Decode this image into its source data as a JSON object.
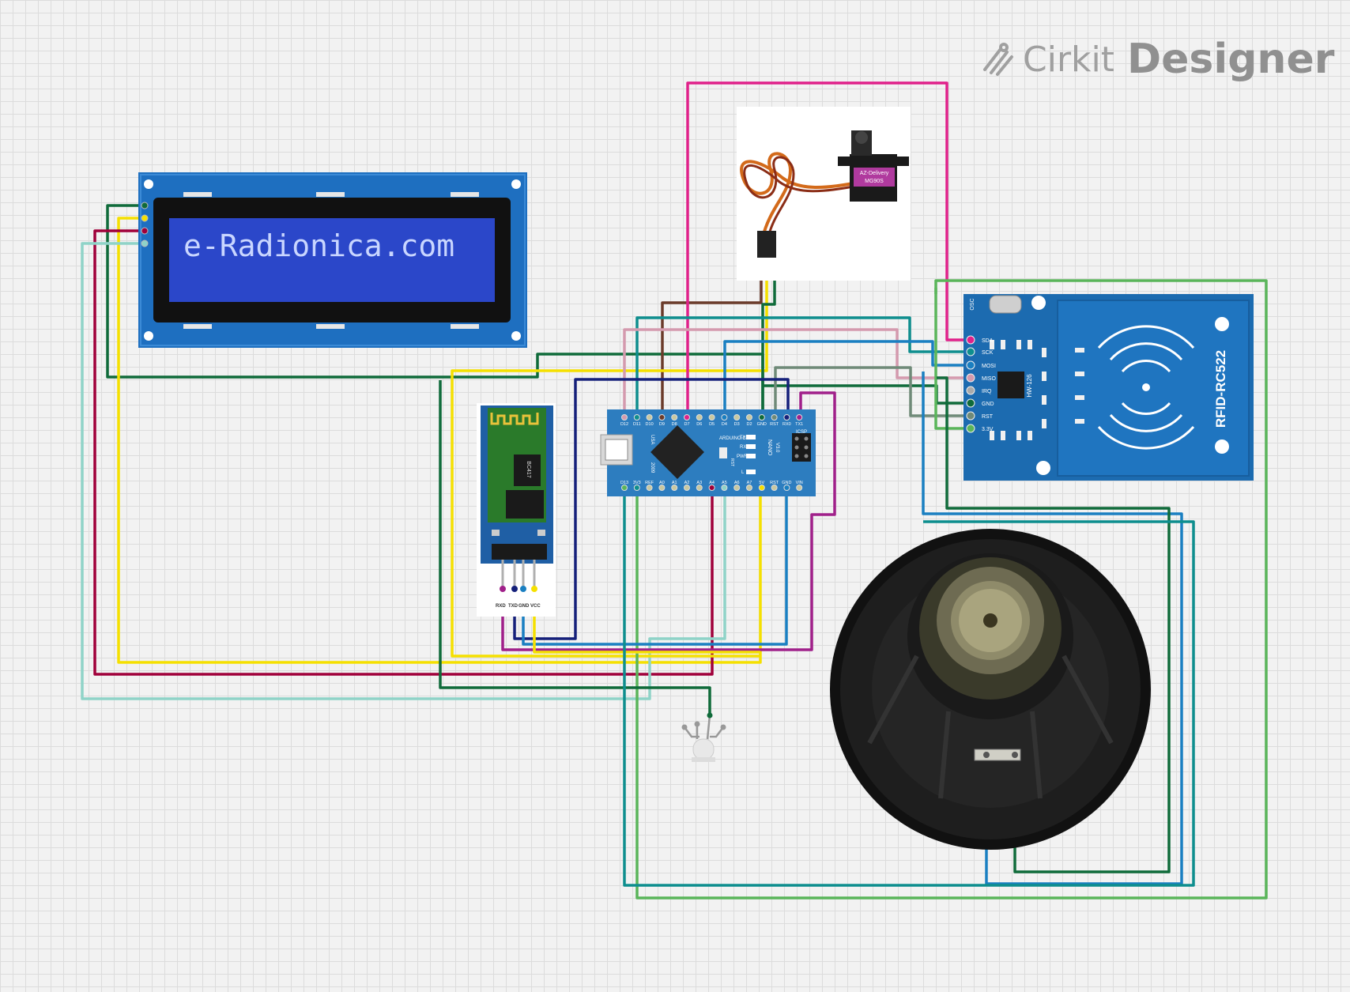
{
  "branding": {
    "cirkit": "Cirkit",
    "designer": "Designer"
  },
  "lcd": {
    "text": "e-Radionica.com"
  },
  "servo": {
    "brand": "AZ-Delivery",
    "model": "MG90S"
  },
  "rfid": {
    "label": "RFID-RC522",
    "chip": "HW-126",
    "osc": "OSC",
    "pins": [
      "SDA",
      "SCK",
      "MOSI",
      "MISO",
      "IRQ",
      "GND",
      "RST",
      "3.3V"
    ]
  },
  "bluetooth": {
    "chip": "BC417",
    "pins": [
      "RXD",
      "TXD",
      "GND",
      "VCC"
    ]
  },
  "arduino": {
    "brand": "ARDUINO.CC",
    "model": "NANO",
    "version": "V3.0",
    "usa": "USA",
    "year": "2009",
    "icsp": "ICSP",
    "rst": "RST",
    "leds": [
      "TX",
      "RX",
      "PWR",
      "L"
    ],
    "top_pins": [
      "D12",
      "D11",
      "D10",
      "D9",
      "D8",
      "D7",
      "D6",
      "D5",
      "D4",
      "D3",
      "D2",
      "GND",
      "RST",
      "RX0",
      "TX1"
    ],
    "bottom_pins": [
      "D13",
      "3V3",
      "REF",
      "A0",
      "A1",
      "A2",
      "A3",
      "A4",
      "A5",
      "A6",
      "A7",
      "5V",
      "RST",
      "GND",
      "VIN"
    ]
  },
  "colors": {
    "pink": "#e0218a",
    "yellow": "#f5e000",
    "darkgreen": "#0f6b3a",
    "red": "#a0003a",
    "lightteal": "#8fd3c8",
    "teal": "#0e8e8e",
    "blue": "#1a7fc1",
    "navy": "#15207a",
    "brown": "#6b3b2a",
    "purple": "#a0208a",
    "mauve": "#d49aae",
    "grey": "#6f8a78",
    "lightgreen": "#5ab55a"
  }
}
